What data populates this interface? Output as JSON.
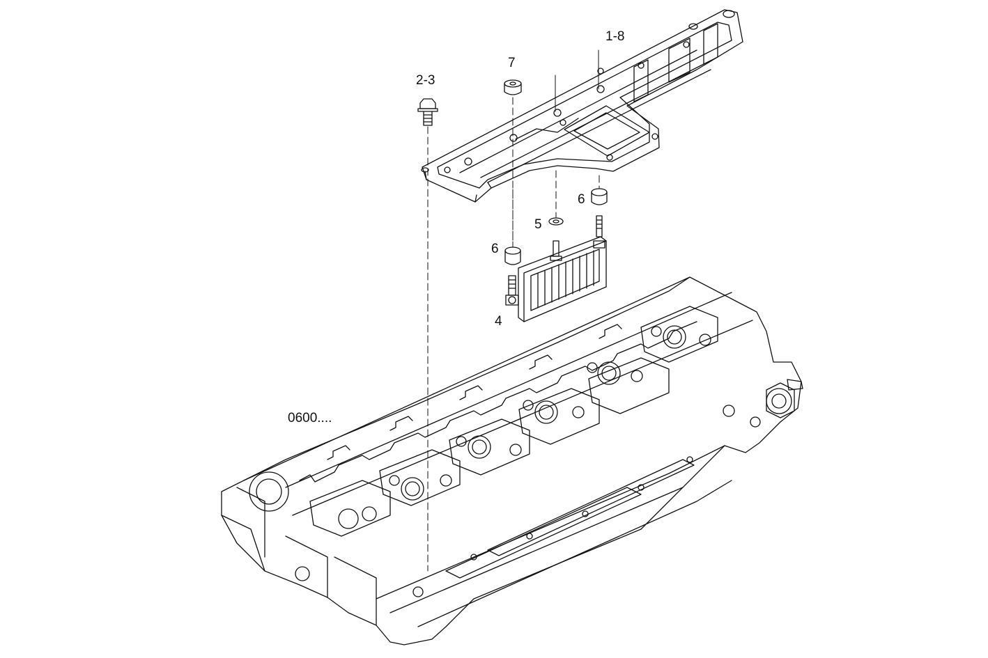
{
  "diagram": {
    "callouts": {
      "c_1_8": "1-8",
      "c_2_3": "2-3",
      "c_7": "7",
      "c_6a": "6",
      "c_5": "5",
      "c_6b": "6",
      "c_4": "4",
      "c_0600": "0600...."
    },
    "colors": {
      "line": "#111111",
      "background": "#ffffff"
    }
  }
}
